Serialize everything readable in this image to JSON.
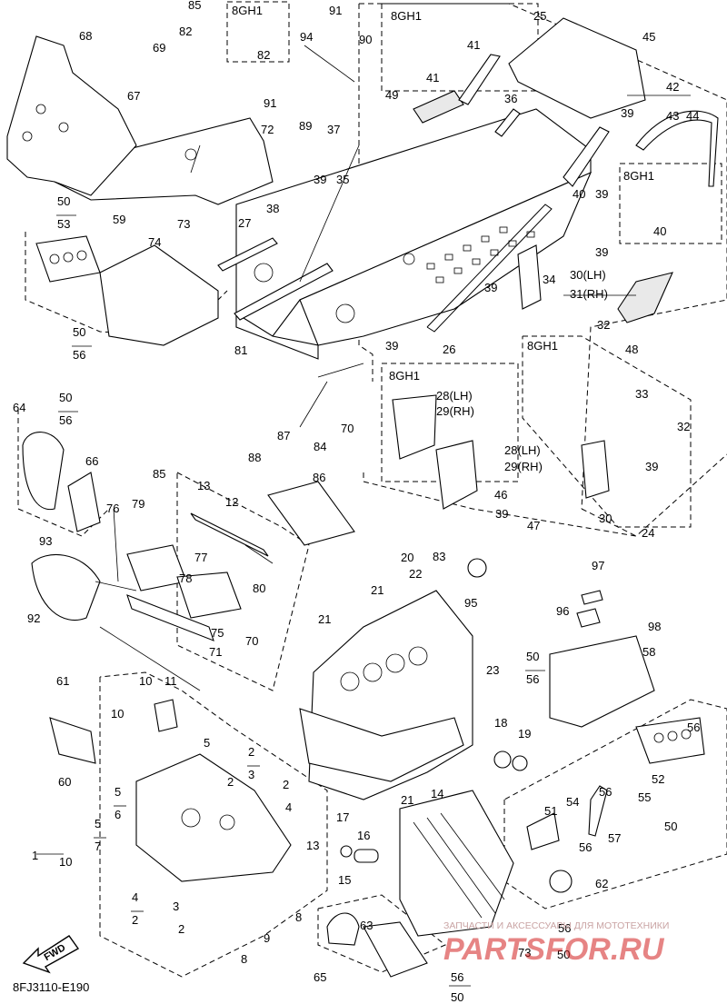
{
  "diagram_code": "8FJ3110-E190",
  "fwd_label": "FWD",
  "watermark": {
    "top_line": "ЗАПЧАСТИ И АКСЕССУАРЫ ДЛЯ МОТОТЕХНИКИ",
    "logo_text": "PARTSFOR.RU"
  },
  "group_boxes": {
    "box_82": "8GH1",
    "box_41": "8GH1",
    "box_40": "8GH1",
    "box_28": "8GH1",
    "box_30": "8GH1"
  },
  "callouts": {
    "c1": "1",
    "c2a": "2",
    "c2b": "2",
    "c2c": "2",
    "c2d": "2",
    "c2e": "2",
    "c3a": "3",
    "c3b": "3",
    "c4a": "4",
    "c4b": "4",
    "c5a": "5",
    "c5b": "5",
    "c5c": "5",
    "c6": "6",
    "c7": "7",
    "c8a": "8",
    "c8b": "8",
    "c9": "9",
    "c10a": "10",
    "c10b": "10",
    "c10c": "10",
    "c11": "11",
    "c12": "12",
    "c13a": "13",
    "c13b": "13",
    "c14": "14",
    "c15": "15",
    "c16": "16",
    "c17": "17",
    "c18": "18",
    "c19": "19",
    "c20": "20",
    "c21a": "21",
    "c21b": "21",
    "c21c": "21",
    "c22": "22",
    "c23": "23",
    "c24": "24",
    "c25": "25",
    "c26": "26",
    "c27": "27",
    "c28a": "28(LH)",
    "c29a": "29(RH)",
    "c28b": "28(LH)",
    "c29b": "29(RH)",
    "c30lh": "30(LH)",
    "c31rh": "31(RH)",
    "c30": "30",
    "c32a": "32",
    "c32b": "32",
    "c33": "33",
    "c34": "34",
    "c35": "35",
    "c36": "36",
    "c37": "37",
    "c38": "38",
    "c39a": "39",
    "c39b": "39",
    "c39c": "39",
    "c39d": "39",
    "c39e": "39",
    "c39f": "39",
    "c39g": "39",
    "c39h": "39",
    "c40a": "40",
    "c40b": "40",
    "c41a": "41",
    "c41b": "41",
    "c42": "42",
    "c43": "43",
    "c44": "44",
    "c45": "45",
    "c46": "46",
    "c47": "47",
    "c48": "48",
    "c49": "49",
    "c50a": "50",
    "c50b": "50",
    "c50c": "50",
    "c50d": "50",
    "c50e": "50",
    "c50f": "50",
    "c50g": "50",
    "c51": "51",
    "c52": "52",
    "c53": "53",
    "c54": "54",
    "c55": "55",
    "c56a": "56",
    "c56b": "56",
    "c56c": "56",
    "c56d": "56",
    "c56e": "56",
    "c56f": "56",
    "c56g": "56",
    "c56h": "56",
    "c57": "57",
    "c58": "58",
    "c59": "59",
    "c60": "60",
    "c61": "61",
    "c62": "62",
    "c63": "63",
    "c64": "64",
    "c65": "65",
    "c66": "66",
    "c67": "67",
    "c68": "68",
    "c69": "69",
    "c70a": "70",
    "c70b": "70",
    "c71": "71",
    "c72": "72",
    "c73a": "73",
    "c73b": "73",
    "c74": "74",
    "c75": "75",
    "c76": "76",
    "c77": "77",
    "c78": "78",
    "c79": "79",
    "c80": "80",
    "c81": "81",
    "c82a": "82",
    "c82b": "82",
    "c83": "83",
    "c84": "84",
    "c85a": "85",
    "c85b": "85",
    "c86": "86",
    "c87": "87",
    "c88": "88",
    "c89": "89",
    "c90": "90",
    "c91a": "91",
    "c91b": "91",
    "c92": "92",
    "c93": "93",
    "c94": "94",
    "c95": "95",
    "c96": "96",
    "c97": "97",
    "c98": "98"
  }
}
